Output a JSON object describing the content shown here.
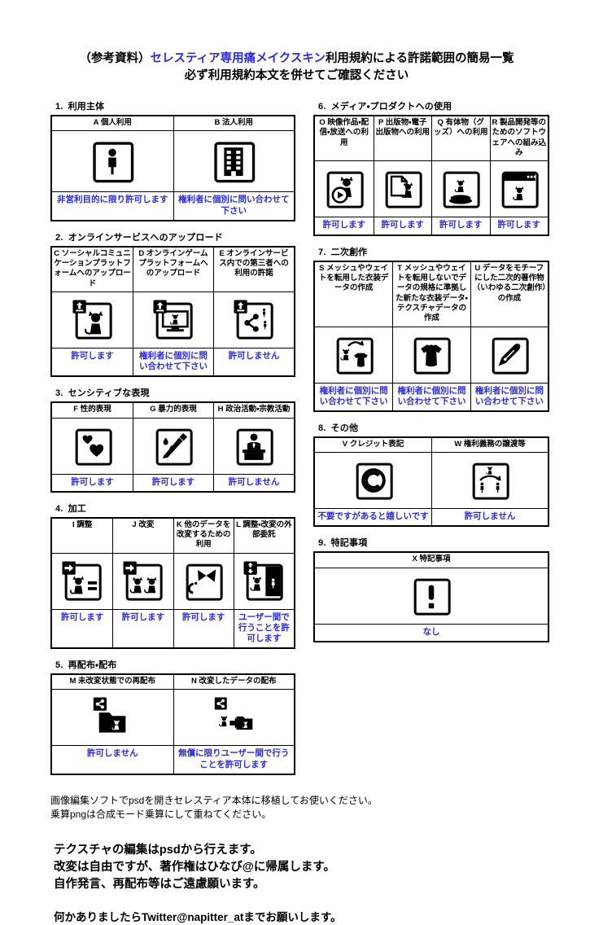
{
  "title": {
    "prefix": "（参考資料）",
    "brand": "セレスティア専用痛メイクスキン",
    "suffix": "利用規約による許諾範囲の簡易一覧",
    "line2": "必ず利用規約本文を併せてご確認ください"
  },
  "colors": {
    "accent_blue": "#2b2bd9",
    "ink": "#000000",
    "paper": "#ffffff"
  },
  "sections": [
    {
      "number": "1.",
      "title": "利用主体",
      "items": [
        {
          "label": "A 個人利用",
          "icon": "person-icon",
          "status": "非営利目的に限り許可します"
        },
        {
          "label": "B 法人利用",
          "icon": "building-icon",
          "status": "権利者に個別に問い合わせて下さい"
        }
      ]
    },
    {
      "number": "2.",
      "title": "オンラインサービスへのアップロード",
      "items": [
        {
          "label": "C ソーシャルコミュニケーションプラットフォームへのアップロード",
          "icon": "upload-cat-icon",
          "status": "許可します"
        },
        {
          "label": "D オンラインゲームプラットフォームへのアップロード",
          "icon": "upload-monitor-cat-icon",
          "status": "権利者に個別に問い合わせて下さい"
        },
        {
          "label": "E オンラインサービス内での第三者への利用の許諾",
          "icon": "upload-share-users-icon",
          "status": "許可しません"
        }
      ]
    },
    {
      "number": "3.",
      "title": "センシティブな表現",
      "items": [
        {
          "label": "F 性的表現",
          "icon": "hearts-icon",
          "status": "許可します"
        },
        {
          "label": "G 暴力的表現",
          "icon": "knife-icon",
          "status": "許可します"
        },
        {
          "label": "H 政治活動・宗教活動",
          "icon": "podium-speaker-icon",
          "status": "許可しません"
        }
      ]
    },
    {
      "number": "4.",
      "title": "加工",
      "items": [
        {
          "label": "I 調整",
          "icon": "adjust-cat-equals-icon",
          "status": "許可します"
        },
        {
          "label": "J 改変",
          "icon": "modify-two-cats-icon",
          "status": "許可します"
        },
        {
          "label": "K 他のデータを改変するための利用",
          "icon": "modify-other-data-icon",
          "status": "許可します"
        },
        {
          "label": "L 調整・改変の外部委託",
          "icon": "outsource-handoff-icon",
          "status": "ユーザー間で行うことを許可します"
        }
      ]
    },
    {
      "number": "5.",
      "title": "再配布・配布",
      "items": [
        {
          "label": "M 未改変状態での再配布",
          "icon": "share-folder-cat-icon",
          "status": "許可しません"
        },
        {
          "label": "N 改変したデータの配布",
          "icon": "share-modified-data-icon",
          "status": "無償に限りユーザー間で行うことを許可します"
        }
      ]
    },
    {
      "number": "6.",
      "title": "メディア・プロダクトへの使用",
      "items": [
        {
          "label": "O 映像作品・配信・放送への利用",
          "icon": "video-play-cat-icon",
          "status": "許可します"
        },
        {
          "label": "P 出版物・電子出版物への利用",
          "icon": "document-cat-icon",
          "status": "許可します"
        },
        {
          "label": "Q 有体物（グッズ）への利用",
          "icon": "figurine-cat-icon",
          "status": "許可します"
        },
        {
          "label": "R 製品開発等のためのソフトウェアへの組み込み",
          "icon": "software-window-cat-icon",
          "status": "許可します"
        }
      ]
    },
    {
      "number": "7.",
      "title": "二次創作",
      "items": [
        {
          "label": "S メッシュやウェイトを転用した衣装データの作成",
          "icon": "mesh-reuse-costume-icon",
          "status": "権利者に個別に問い合わせて下さい"
        },
        {
          "label": "T メッシュやウェイトを転用しないでデータの規格に準拠した新たな衣装データ・テクスチャデータの作成",
          "icon": "new-costume-icon",
          "status": "権利者に個別に問い合わせて下さい"
        },
        {
          "label": "U データをモチーフにした二次的著作物（いわゆる二次創作）の作成",
          "icon": "pen-icon",
          "status": "権利者に個別に問い合わせて下さい"
        }
      ]
    },
    {
      "number": "8.",
      "title": "その他",
      "items": [
        {
          "label": "V クレジット表記",
          "icon": "copyright-icon",
          "status": "不要ですがあると嬉しいです"
        },
        {
          "label": "W 権利義務の譲渡等",
          "icon": "rights-transfer-icon",
          "status": "許可しません"
        }
      ]
    },
    {
      "number": "9.",
      "title": "特記事項",
      "items": [
        {
          "label": "X 特記事項",
          "icon": "exclamation-icon",
          "status": "なし"
        }
      ]
    }
  ],
  "footer": {
    "notes": [
      "画像編集ソフトでpsdを開きセレスティア本体に移植してお使いください。",
      "乗算pngは合成モード乗算にして重ねてください。"
    ],
    "bold_notes": [
      "テクスチャの編集はpsdから行えます。",
      "改変は自由ですが、著作権はひなび@に帰属します。",
      "自作発言、再配布等はご遠慮願います。"
    ],
    "contact": "何かありましたらTwitter@napitter_atまでお願いします。"
  }
}
